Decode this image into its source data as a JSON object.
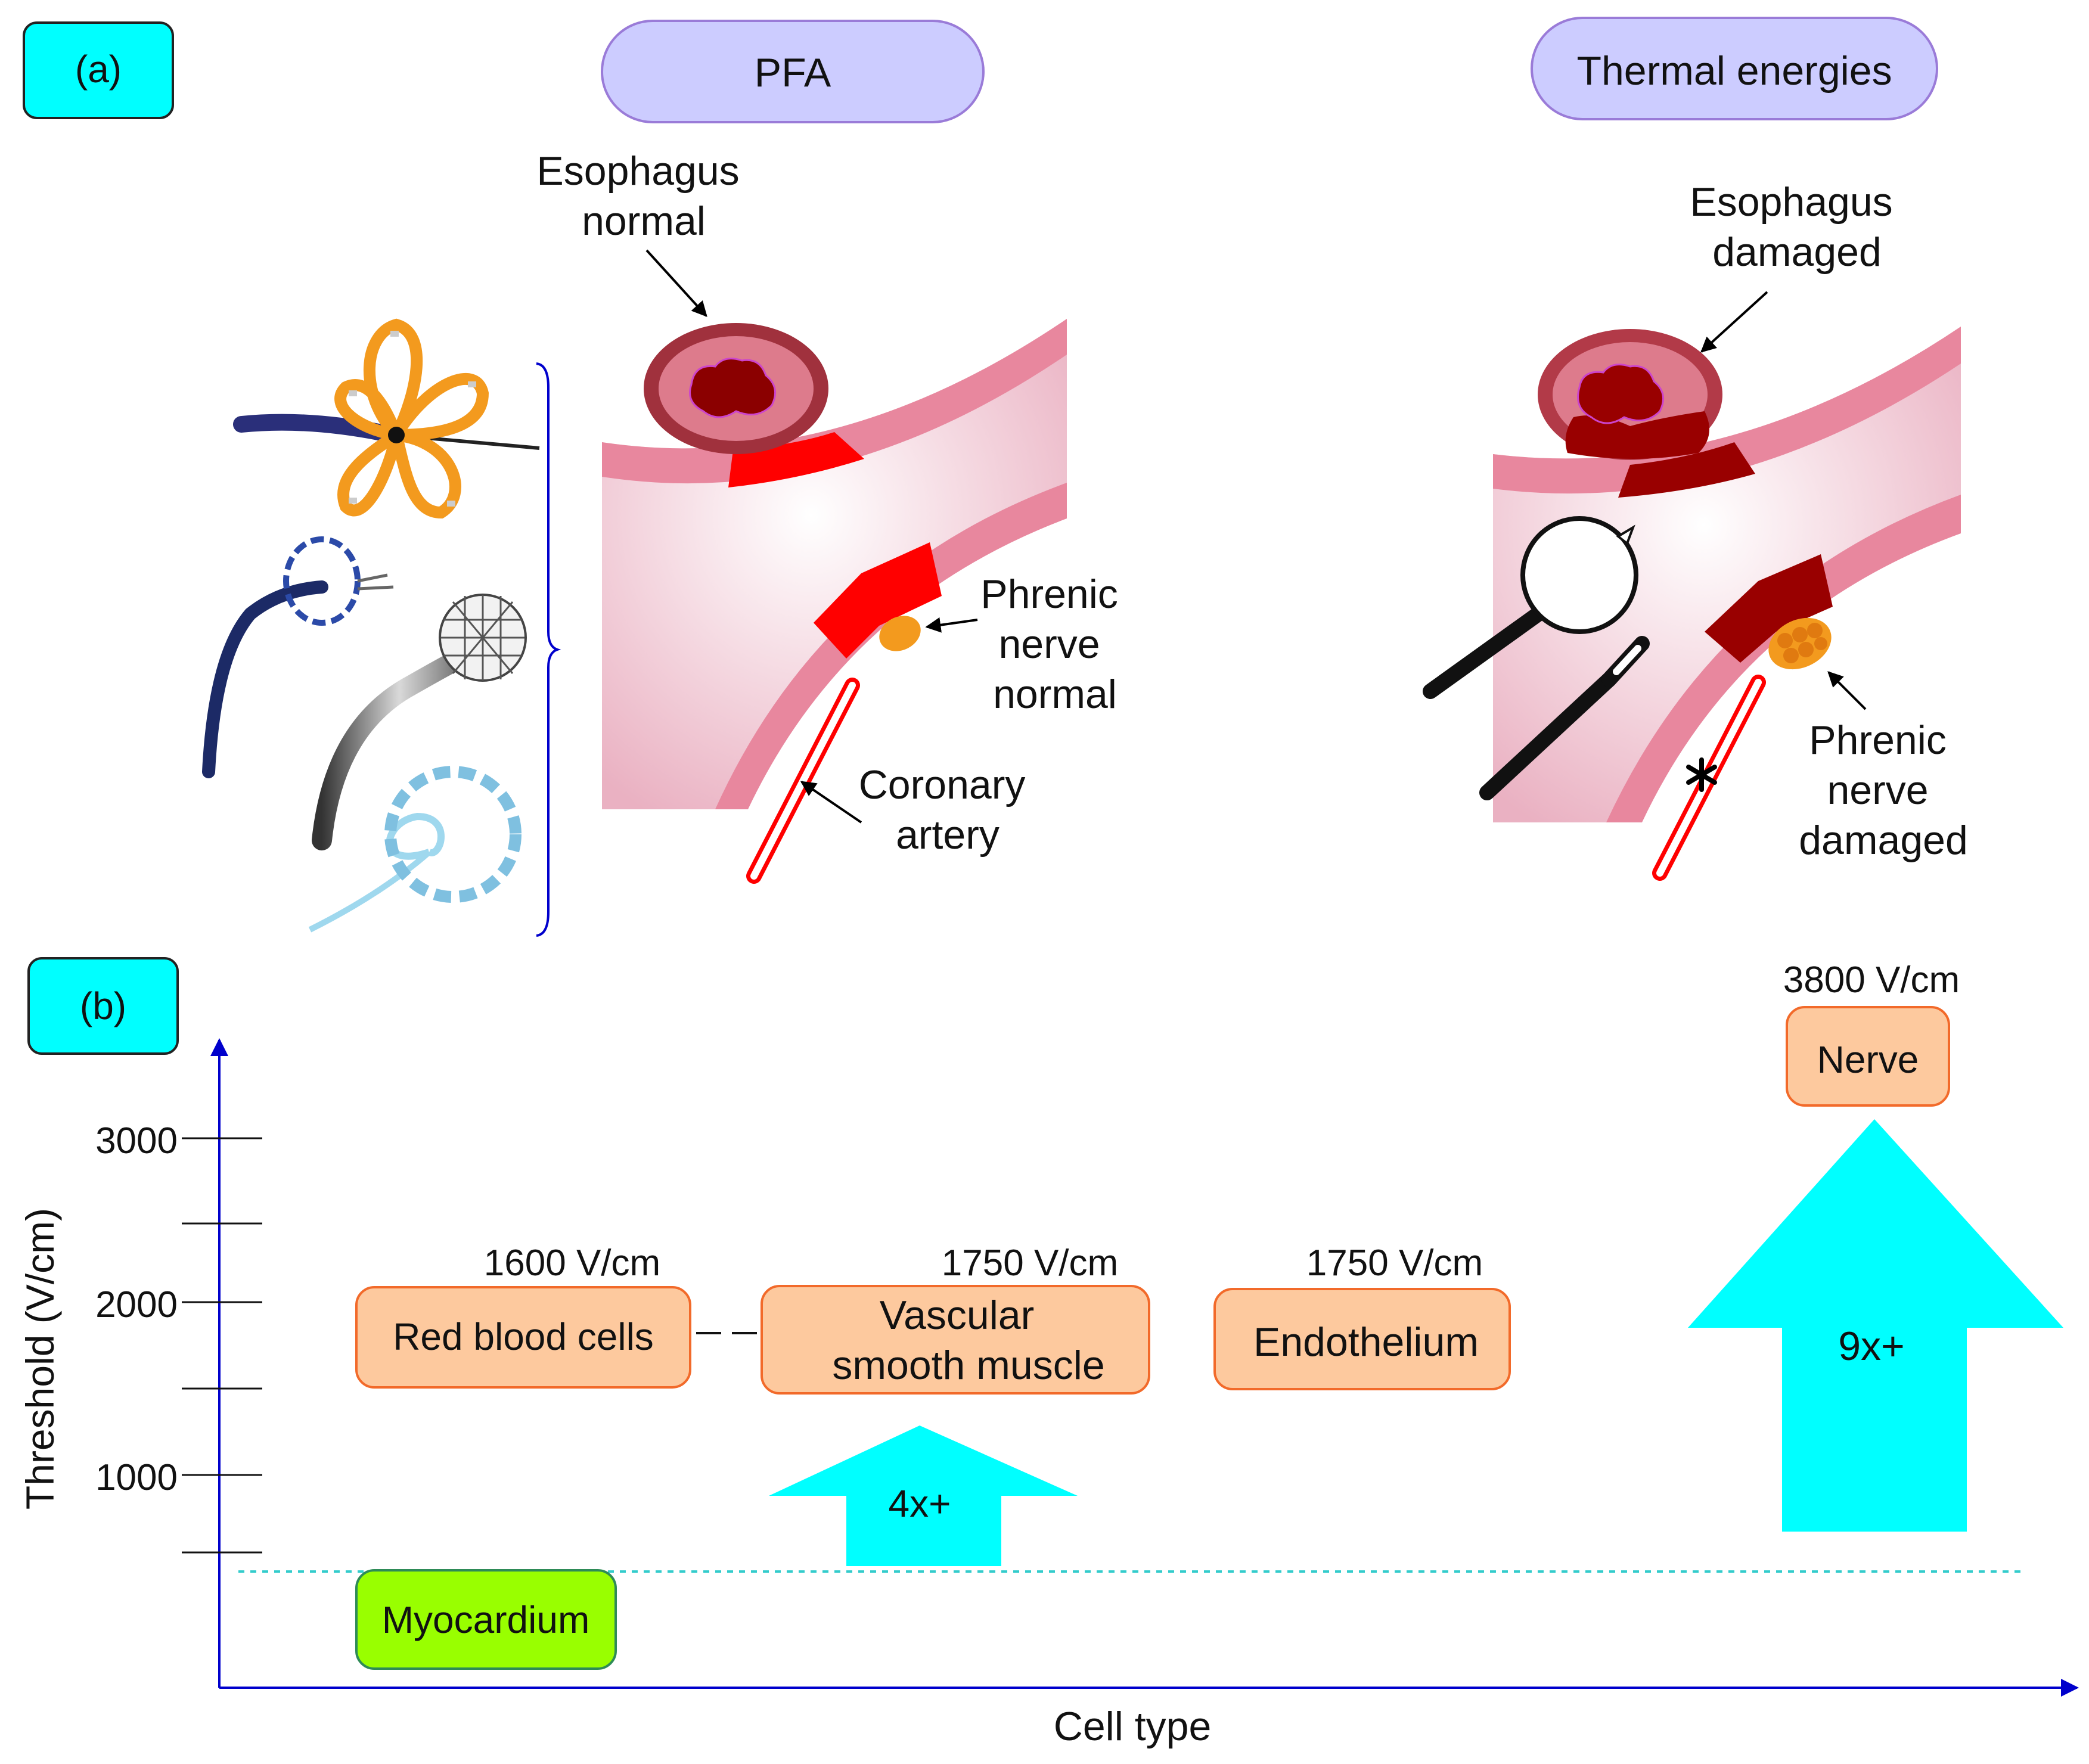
{
  "panel_a": {
    "tag": "(a)",
    "pfa_label": "PFA",
    "thermal_label": "Thermal energies",
    "esophagus_normal": [
      "Esophagus",
      "normal"
    ],
    "phrenic_normal": [
      "Phrenic",
      "nerve",
      "normal"
    ],
    "coronary": [
      "Coronary",
      "artery"
    ],
    "esophagus_damaged": [
      "Esophagus",
      "damaged"
    ],
    "phrenic_damaged": [
      "Phrenic",
      "nerve",
      "damaged"
    ],
    "icons": [
      "loop-catheter-icon",
      "circular-catheter-icon",
      "lattice-tip-catheter-icon",
      "spiral-catheter-icon",
      "balloon-catheter-icon",
      "ablation-catheter-icon"
    ]
  },
  "panel_b": {
    "tag": "(b)",
    "y_axis_label": "Threshold (V/cm)",
    "x_axis_label": "Cell type",
    "ticks": [
      "3000",
      "2000",
      "1000"
    ],
    "cells": [
      {
        "label": "Red blood cells",
        "threshold": "1600 V/cm"
      },
      {
        "label": "Vascular smooth muscle",
        "lines": [
          "Vascular",
          "smooth muscle"
        ],
        "threshold": "1750 V/cm"
      },
      {
        "label": "Endothelium",
        "threshold": "1750 V/cm"
      },
      {
        "label": "Nerve",
        "threshold": "3800 V/cm"
      },
      {
        "label": "Myocardium"
      }
    ],
    "arrows": [
      "4x+",
      "9x+"
    ]
  },
  "colors": {
    "cyan": "#00ffff",
    "lavender": "#ccccff",
    "orange_box": "#fdc99e",
    "orange_border": "#f26a2a",
    "green_box": "#99ff00",
    "axis_blue": "#0000cc",
    "tissue_pink": "#e8879e",
    "lesion_red": "#ff0000",
    "dark_lesion": "#990000"
  }
}
